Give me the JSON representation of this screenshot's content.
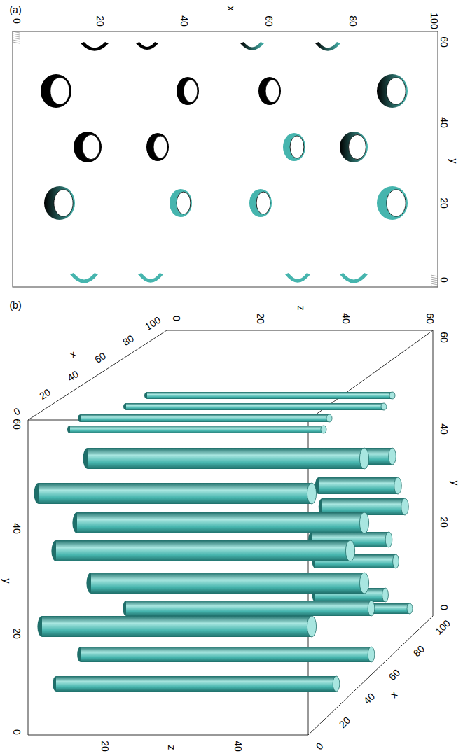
{
  "diagram": {
    "labels": [
      "(a)",
      "x",
      "0",
      "20",
      "40",
      "60",
      "80",
      "100",
      "60",
      "40",
      "20",
      "0",
      "y",
      "(b)",
      "z",
      "0",
      "20",
      "40",
      "60",
      "60",
      "40",
      "20",
      "0",
      "y",
      "x",
      "0",
      "20",
      "40",
      "60",
      "80",
      "100",
      "60",
      "40",
      "20",
      "0",
      "y",
      "20",
      "40",
      "z",
      "0",
      "20",
      "40",
      "60",
      "80",
      "100",
      "x"
    ]
  }
}
